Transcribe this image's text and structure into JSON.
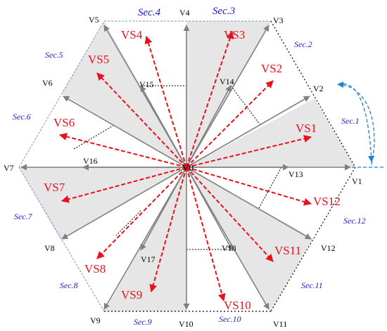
{
  "origin_label": "V0",
  "vertex_labels": [
    "V1",
    "V2",
    "V3",
    "V4",
    "V5",
    "V6",
    "V7",
    "V8",
    "V9",
    "V10",
    "V11",
    "V12"
  ],
  "inner_labels": [
    "V13",
    "V14",
    "V15",
    "V16",
    "V17",
    "V18"
  ],
  "vs_labels": [
    "VS1",
    "VS2",
    "VS3",
    "VS4",
    "VS5",
    "VS6",
    "VS7",
    "VS8",
    "VS9",
    "VS10",
    "VS11",
    "VS12"
  ],
  "sector_labels": [
    "Sec.1",
    "Sec.2",
    "Sec.3",
    "Sec.4",
    "Sec.5",
    "Sec.6",
    "Sec.7",
    "Sec.8",
    "Sec.9",
    "Sec.10",
    "Sec.11",
    "Sec.12"
  ],
  "colors": {
    "hexagon_edge": "#000000",
    "vector_gray": "#808080",
    "vs_red": "#e8101c",
    "sector_blue": "#1a1ad0",
    "rotation_arc": "#1f7fd0",
    "shade": "#e6e6e6"
  }
}
